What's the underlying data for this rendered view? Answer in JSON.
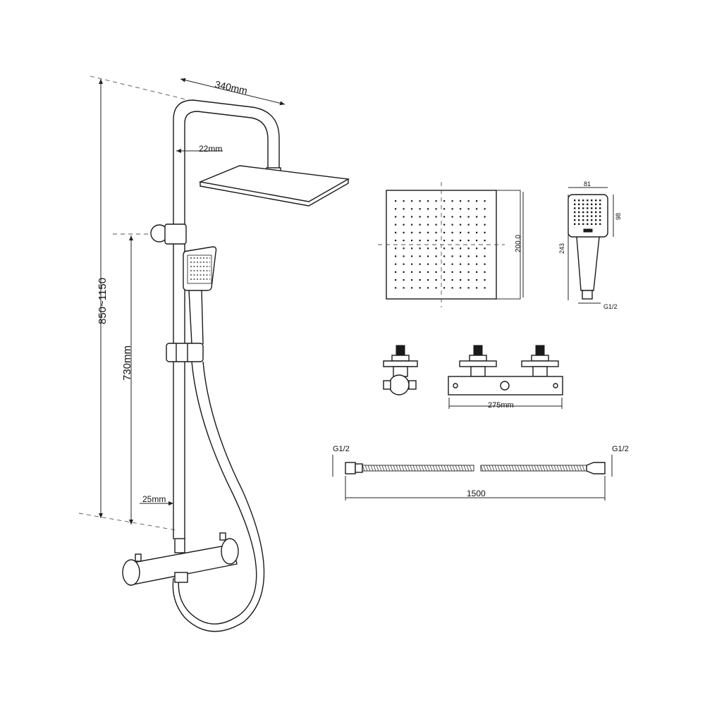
{
  "labels": {
    "arm_length": "340mm",
    "pipe_diameter": "22mm",
    "total_height": "850~1150",
    "rail_height": "730mm",
    "bottom_pipe": "25mm",
    "head_size": "200.0",
    "hand_width": "81",
    "hand_head": "98",
    "hand_length": "243",
    "hand_thread": "G1/2",
    "valve_width": "275mm",
    "hose_left_thread": "G1/2",
    "hose_right_thread": "G1/2",
    "hose_length": "1500"
  }
}
